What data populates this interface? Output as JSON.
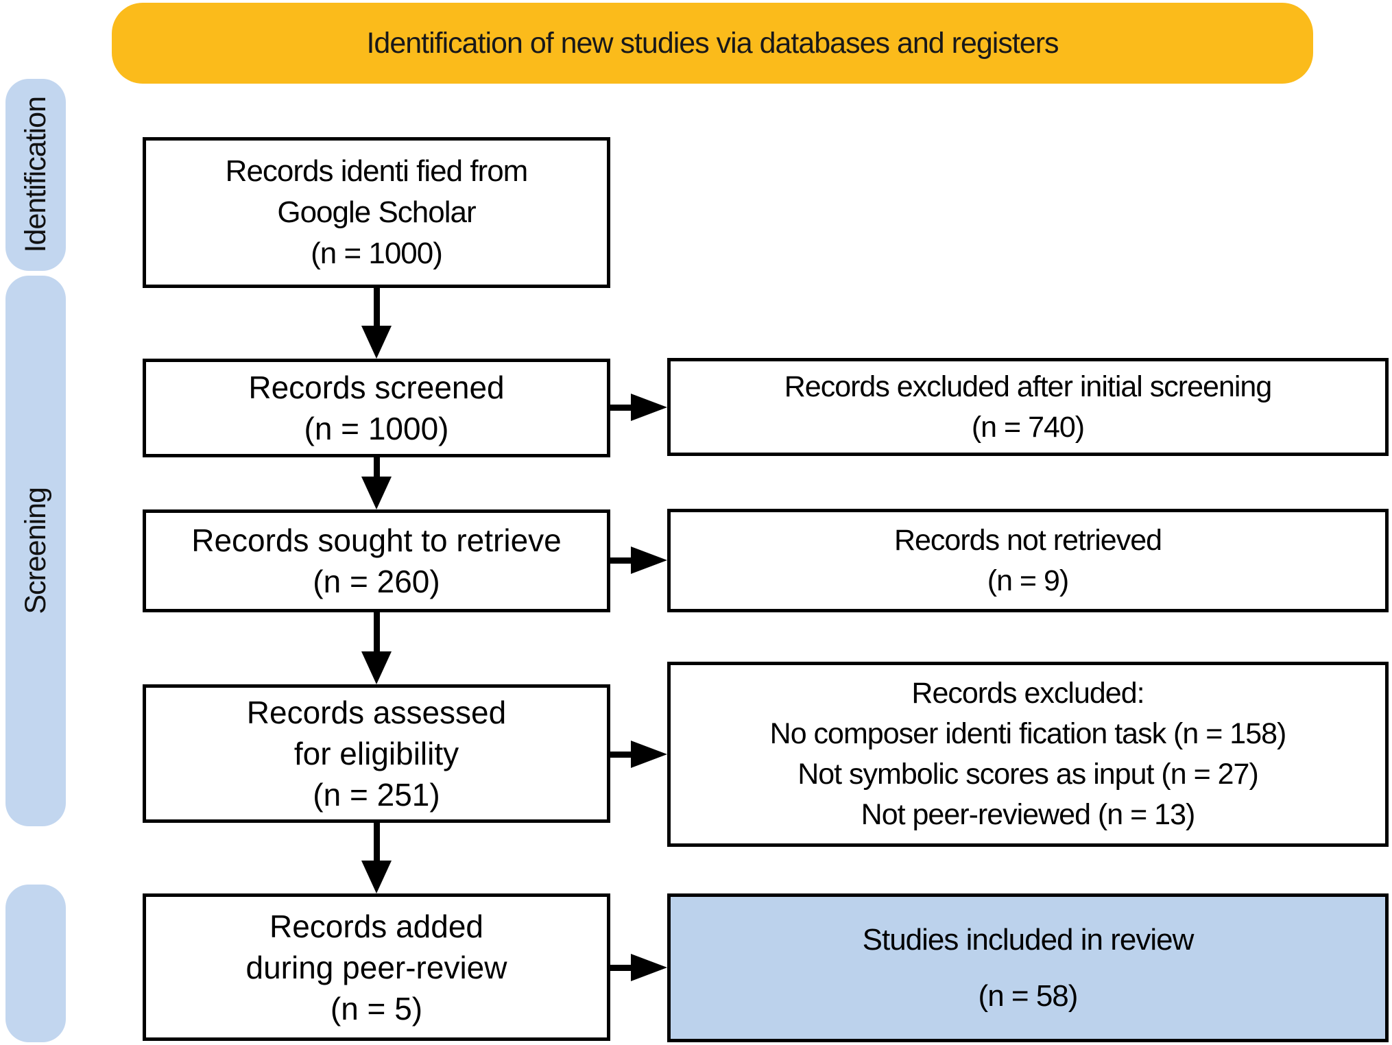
{
  "banner": {
    "title": "Identification of new studies via databases and registers"
  },
  "sidebar": {
    "identification_label": "Identification",
    "screening_label": "Screening"
  },
  "flow": {
    "identified": [
      "Records identi fied from",
      "Google Scholar",
      "(n = 1000)"
    ],
    "screened": [
      "Records screened",
      "(n = 1000)"
    ],
    "sought": [
      "Records sought to retrieve",
      "(n = 260)"
    ],
    "assessed": [
      "Records assessed",
      "for eligibility",
      "(n = 251)"
    ],
    "added": [
      "Records added",
      "during peer-review",
      "(n = 5)"
    ],
    "excluded_initial": [
      "Records excluded after initial screening",
      "(n = 740)"
    ],
    "not_retrieved": [
      "Records not retrieved",
      "(n = 9)"
    ],
    "excluded_eligibility": [
      "Records excluded:",
      "No composer identi fication task (n = 158)",
      "Not symbolic scores as input (n = 27)",
      "Not peer-reviewed (n = 13)"
    ],
    "included": [
      "Studies included in review",
      "(n = 58)"
    ]
  },
  "colors": {
    "banner_bg": "#FBBB1B",
    "sidebar_pill_bg": "#C2D6EF",
    "included_box_bg": "#BCD2EC",
    "box_border": "#000000",
    "text": "#000000"
  }
}
